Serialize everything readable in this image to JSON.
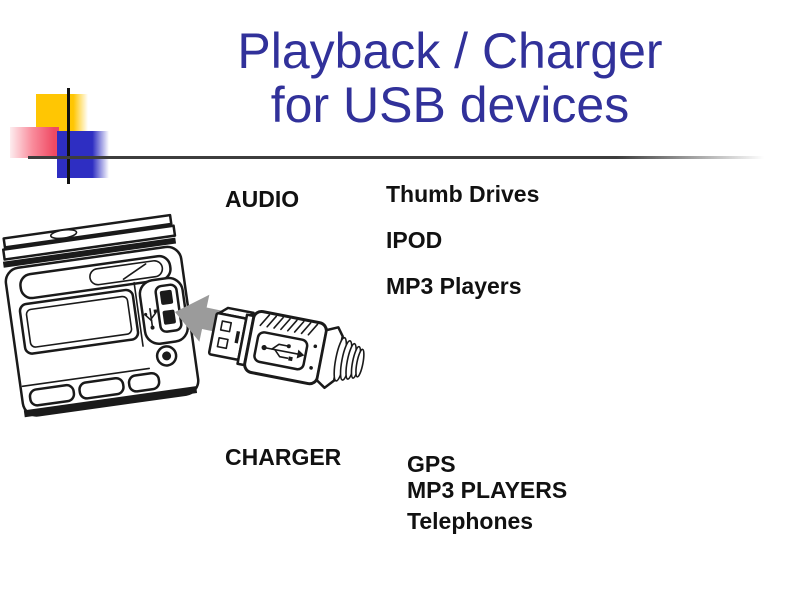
{
  "title": {
    "line1": "Playback / Charger",
    "line2": "for USB devices",
    "color": "#31319A"
  },
  "audio_section": {
    "heading": "AUDIO",
    "items": [
      "Thumb Drives",
      "IPOD",
      "MP3 Players"
    ]
  },
  "charger_section": {
    "heading": "CHARGER",
    "items": [
      "GPS",
      "MP3 PLAYERS",
      "Telephones"
    ]
  },
  "illustration": {
    "stereo_icon": "car-stereo-front-panel",
    "plug_icon": "usb-type-a-plug",
    "arrow_icon": "insert-direction-arrow",
    "arrow_color": "#9B9B9B",
    "line_color": "#1A1A1A"
  },
  "decoration": {
    "yellow_square": "#FFC603",
    "pink_square": "#EF4A63",
    "blue_square": "#2E2EC2",
    "rule_color": "#3D3D3D"
  }
}
